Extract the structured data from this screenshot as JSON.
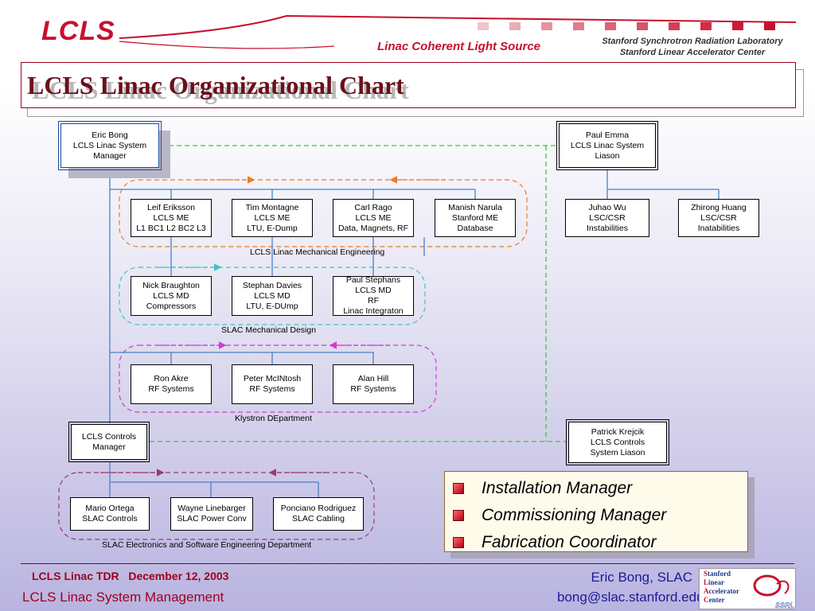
{
  "header": {
    "logo": "LCLS",
    "subtitle": "Linac Coherent Light Source",
    "lab_line1": "Stanford Synchrotron Radiation Laboratory",
    "lab_line2": "Stanford Linear Accelerator Center",
    "title": "LCLS Linac Organizational Chart"
  },
  "colors": {
    "brand_red": "#c8102e",
    "solid_line": "#4a7fc8",
    "green_dashed": "#33cc33",
    "orange_group": "#f07a22",
    "cyan_group": "#3fc2c8",
    "magenta_group": "#d43ad4",
    "purple_group": "#9a3a6a"
  },
  "nodes": {
    "bong": [
      "Eric Bong",
      "LCLS Linac System",
      "Manager"
    ],
    "emma": [
      "Paul Emma",
      "LCLS Linac System",
      "Liason"
    ],
    "eriksson": [
      "Leif Eriksson",
      "LCLS ME",
      "L1 BC1 L2 BC2 L3"
    ],
    "montagne": [
      "Tim Montagne",
      "LCLS ME",
      "LTU, E-Dump"
    ],
    "rago": [
      "Carl Rago",
      "LCLS ME",
      "Data, Magnets, RF"
    ],
    "narula": [
      "Manish Narula",
      "Stanford ME",
      "Database"
    ],
    "wu": [
      "Juhao Wu",
      "LSC/CSR",
      "Instabilities"
    ],
    "huang": [
      "Zhirong Huang",
      "LSC/CSR",
      "Inatabilities"
    ],
    "braughton": [
      "Nick Braughton",
      "LCLS MD",
      "Compressors"
    ],
    "davies": [
      "Stephan Davies",
      "LCLS MD",
      "LTU, E-DUmp"
    ],
    "stephans": [
      "Paul Stephans",
      "LCLS MD",
      "RF",
      "Linac Integraton"
    ],
    "akre": [
      "Ron Akre",
      "RF Systems"
    ],
    "mcintosh": [
      "Peter McINtosh",
      "RF Systems"
    ],
    "hill": [
      "Alan Hill",
      "RF Systems"
    ],
    "controls_mgr": [
      "LCLS Controls",
      "Manager"
    ],
    "krejcik": [
      "Patrick Krejcik",
      "LCLS Controls",
      "System Liason"
    ],
    "ortega": [
      "Mario Ortega",
      "SLAC Controls"
    ],
    "linebarger": [
      "Wayne Linebarger",
      "SLAC Power Conv"
    ],
    "rodriguez": [
      "Ponciano Rodriguez",
      "SLAC Cabling"
    ]
  },
  "groups": {
    "mech_eng": "LCLS Linac Mechanical Engineering",
    "mech_design": "SLAC Mechanical Design",
    "klystron": "Klystron DEpartment",
    "electronics": "SLAC Electronics and Software Engineering Department"
  },
  "roles": [
    "Installation Manager",
    "Commissioning Manager",
    "Fabrication Coordinator"
  ],
  "footer": {
    "tdr": "LCLS Linac TDR   December 12, 2003",
    "system": "LCLS Linac System Management",
    "name": "Eric Bong, SLAC",
    "email": "bong@slac.stanford.edu",
    "slac_logo": "Stanford Linear Accelerator Center",
    "ssrl_logo": "SSRL"
  }
}
